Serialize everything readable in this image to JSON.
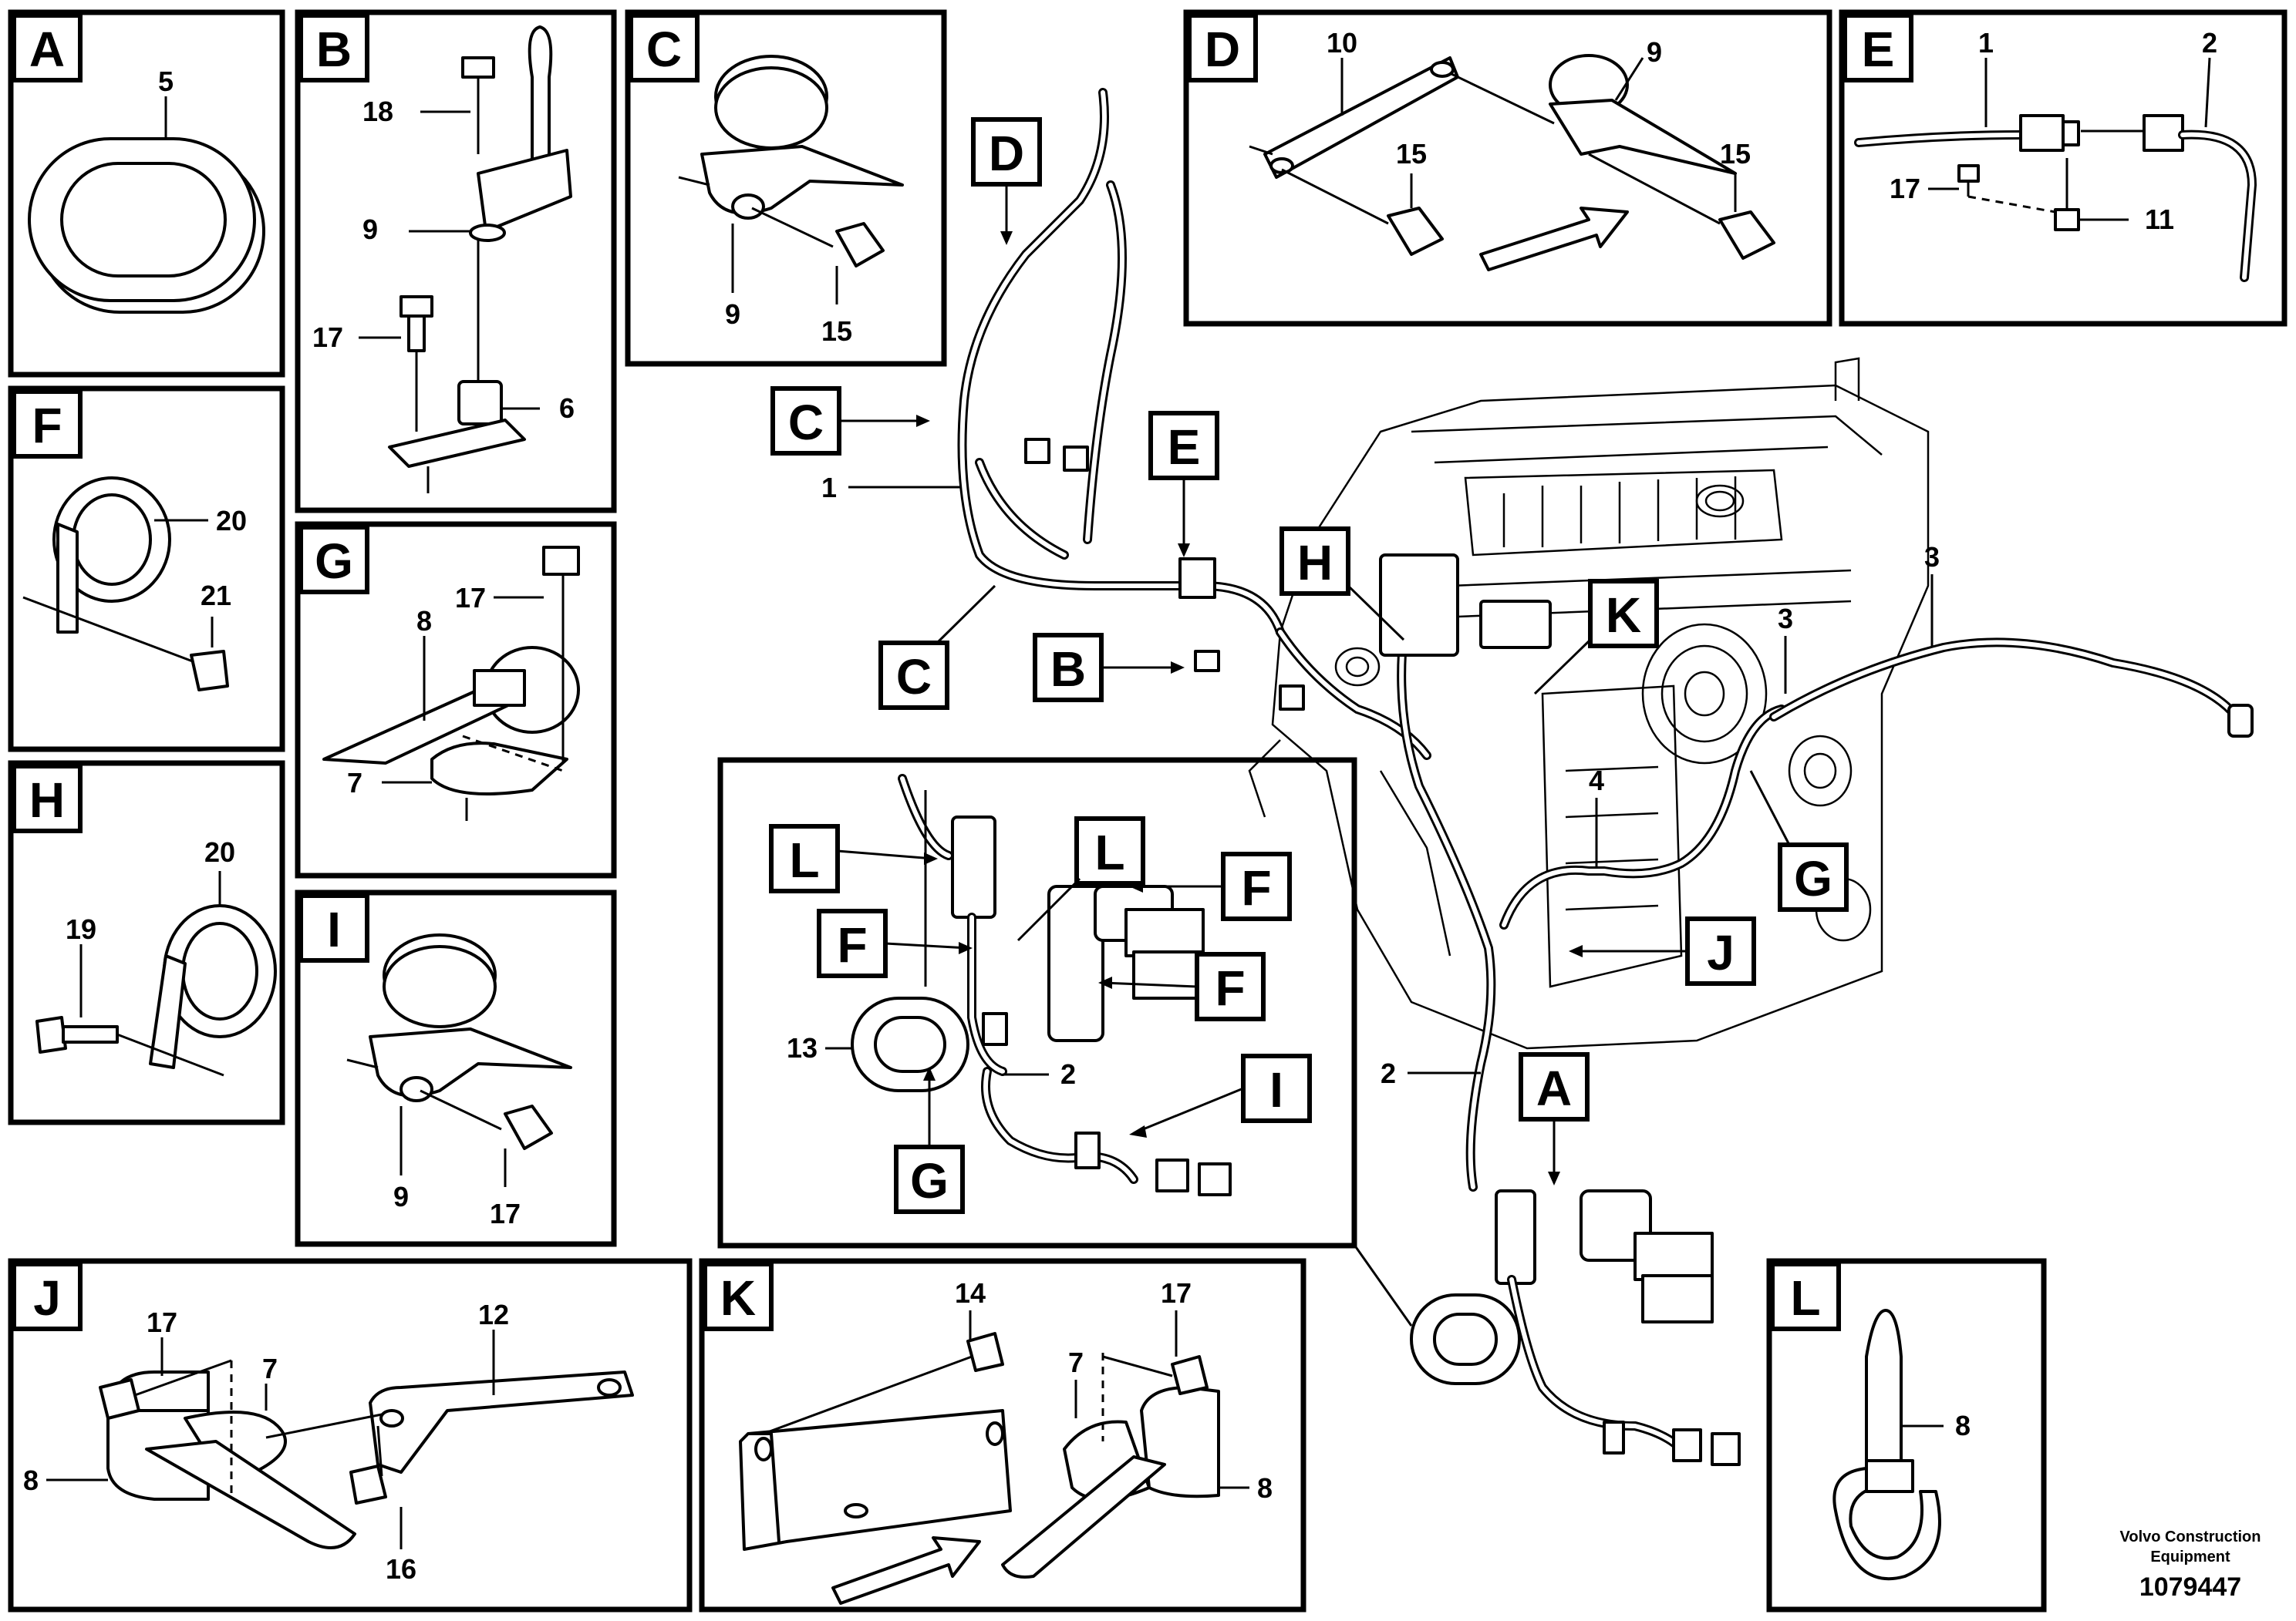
{
  "panels": {
    "A": {
      "tag": "A",
      "n": [
        "5"
      ]
    },
    "B": {
      "tag": "B",
      "n": [
        "18",
        "9",
        "17",
        "6"
      ]
    },
    "C": {
      "tag": "C",
      "n": [
        "9",
        "15"
      ]
    },
    "D": {
      "tag": "D",
      "n": [
        "10",
        "9",
        "15",
        "15"
      ]
    },
    "E": {
      "tag": "E",
      "n": [
        "1",
        "2",
        "17",
        "11"
      ]
    },
    "F": {
      "tag": "F",
      "n": [
        "20",
        "21"
      ]
    },
    "G": {
      "tag": "G",
      "n": [
        "17",
        "8",
        "7"
      ]
    },
    "H": {
      "tag": "H",
      "n": [
        "20",
        "19"
      ]
    },
    "I": {
      "tag": "I",
      "n": [
        "9",
        "17"
      ]
    },
    "J": {
      "tag": "J",
      "n": [
        "17",
        "7",
        "12",
        "8",
        "16"
      ]
    },
    "K": {
      "tag": "K",
      "n": [
        "14",
        "17",
        "7",
        "8"
      ]
    },
    "L": {
      "tag": "L",
      "n": [
        "8"
      ]
    }
  },
  "main": {
    "callouts": [
      "D",
      "C",
      "E",
      "C",
      "B",
      "H",
      "K",
      "G",
      "J",
      "A"
    ],
    "numbers": [
      "1",
      "3",
      "3",
      "4",
      "2"
    ]
  },
  "detail": {
    "callouts": [
      "L",
      "L",
      "F",
      "F",
      "F",
      "I",
      "G"
    ],
    "numbers": [
      "13",
      "2"
    ]
  },
  "footer": {
    "brand_line1": "Volvo Construction",
    "brand_line2": "Equipment",
    "doc_number": "1079447"
  }
}
